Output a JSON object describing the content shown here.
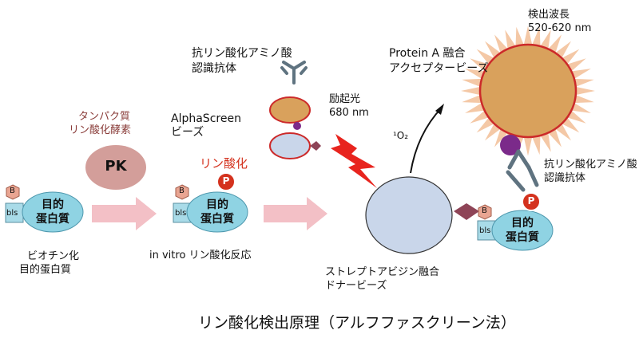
{
  "diagram": {
    "title": "リン酸化検出原理（アルフファスクリーン法）",
    "labels": {
      "kinase": [
        "タンパク質",
        "リン酸化酵素"
      ],
      "kinase_abbrev": "PK",
      "phosphorylation": "リン酸化",
      "alphascreen_bead": [
        "AlphaScreen",
        "ビーズ"
      ],
      "anti_antibody_top": [
        "抗リン酸化アミノ酸",
        "認識抗体"
      ],
      "excitation": [
        "励起光",
        "680 nm"
      ],
      "singlet_oxygen": "¹O₂",
      "protein_a_bead": [
        "Protein A 融合",
        "アクセプタービーズ"
      ],
      "detection": [
        "検出波長",
        "520-620 nm"
      ],
      "anti_antibody_right": [
        "抗リン酸化アミノ酸",
        "認識抗体"
      ],
      "biotinylation": [
        "ビオチン化",
        "目的蛋白質"
      ],
      "in_vitro": "in vitro リン酸化反応",
      "streptavidin_bead": [
        "ストレプトアビジン融合",
        "ドナービーズ"
      ]
    },
    "protein_label": [
      "目的",
      "蛋白質"
    ],
    "biotin_B": "B",
    "biotin_bls": "bls",
    "phospho_P": "P"
  },
  "colors": {
    "protein_fill": "#8fd3e3",
    "hexagon_fill": "#e9a592",
    "pk_fill": "#d39e9a",
    "arrow_fill": "#f3c0c6",
    "acceptor_fill": "#d9a15c",
    "acceptor_rays": "#f4c8a6",
    "acceptor_rim": "#cc2a2a",
    "donor_fill": "#c9d6ea",
    "donor_rim": "#cc2a2a",
    "purple": "#7b2a8a",
    "antibody": "#5f7380",
    "phospho_red": "#d4321e",
    "lightning": "#e8241e",
    "wedge": "#8e4457"
  }
}
